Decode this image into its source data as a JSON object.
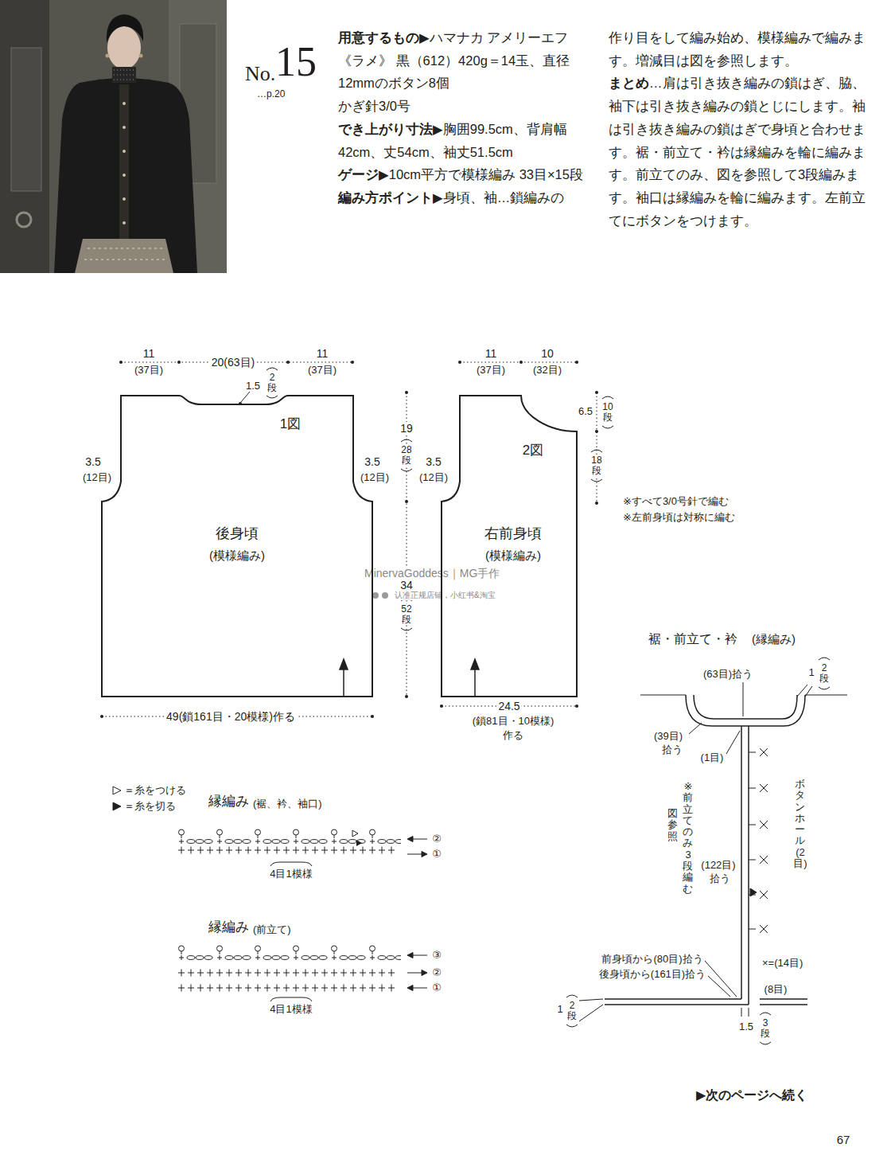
{
  "diagram": {
    "nodes": [
      {
        "text": [
          "1図",
          "後身頃",
          "(模様編み)"
        ]
      },
      {
        "text": [
          "2図",
          "右前身頃",
          "(模様編み)"
        ]
      }
    ],
    "labels": [
      "No.",
      "15",
      "…p.20",
      "用意するもの▶",
      "ハマナカ アメリーエフ《ラメ》 黒（612）420g＝14玉、直径12mmのボタン8個",
      "かぎ針3/0号",
      "でき上がり寸法▶",
      "胸囲99.5cm、背肩幅42cm、丈54cm、袖丈51.5cm",
      "ゲージ▶",
      "10cm平方で模様編み 33目×15段",
      "編み方ポイント▶",
      "身頃、袖…鎖編みの",
      "作り目をして編み始め、模様編みで編みます。増減目は図を参照します。",
      "まとめ",
      "…肩は引き抜き編みの鎖はぎ、脇、袖下は引き抜き編みの鎖とじにします。袖は引き抜き編みの鎖はぎで身頃と合わせます。裾・前立て・衿は縁編みを輪に編みます。前立てのみ、図を参照して3段編みます。袖口は縁編みを輪に編みます。左前立てにボタンをつけます。",
      "11",
      "(37目)",
      "20(63目)",
      "11",
      "(37目)",
      "1.5",
      "2段",
      "3.5",
      "(12目)",
      "3.5",
      "(12目)",
      "49(鎖161目・20模様)作る",
      "19",
      "28段",
      "34",
      "52段",
      "11",
      "(37目)",
      "10",
      "(32目)",
      "6.5",
      "10段",
      "18段",
      "3.5",
      "(12目)",
      "24.5",
      "(鎖81目・10模様)",
      "作る",
      "※すべて3/0号針で編む",
      "※左前身頃は対称に編む",
      "MinervaGoddess｜MG手作",
      "认准正规店铺，小红书&淘宝",
      "縁編み",
      "(裾、衿、袖口)",
      "②",
      "①",
      "4目1模様",
      "縁編み",
      "(前立て)",
      "③",
      "②",
      "①",
      "4目1模様",
      "裾・前立て・衿",
      "(縁編み)",
      "(63目)拾う",
      "1",
      "2段",
      "(39目)",
      "拾う",
      "(1目)",
      "※前立てのみ3段編む",
      "図参照",
      "ボタンホール(2目)",
      "(122目)",
      "拾う",
      "×=(14目)",
      "前身頃から(80目)拾う",
      "後身頃から(161目)拾う",
      "(8目)",
      "1",
      "2段",
      "1.5",
      "3段",
      "▶次のページへ続く",
      "67"
    ],
    "legend": [
      {
        "text": "＝糸をつける"
      },
      {
        "text": "＝糸を切る"
      }
    ]
  }
}
